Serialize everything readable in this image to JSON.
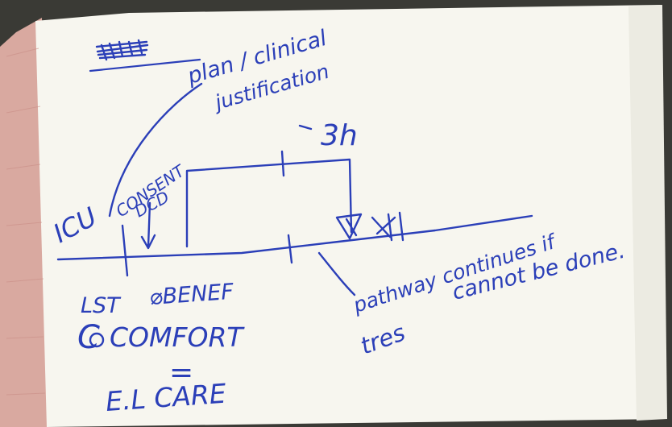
{
  "notebook": {
    "paper_color": "#f7f6ef",
    "edge_color": "#d9a9a0",
    "background_color": "#3a3a35",
    "ink_color": "#2b3fb8"
  },
  "notes": {
    "plan_line1": "plan / clinical",
    "plan_line2": "justification",
    "duration": "3h",
    "icu": "ICU",
    "consent_line1": "CONSENT",
    "consent_line2": "DCD",
    "lst": "LST",
    "benefit": "⌀BENEF",
    "comfort": "COMFORT",
    "equals": "=",
    "eol": "E.L CARE",
    "pathway_line1": "pathway continues if",
    "pathway_line2": "cannot be done.",
    "tree": "tres"
  }
}
